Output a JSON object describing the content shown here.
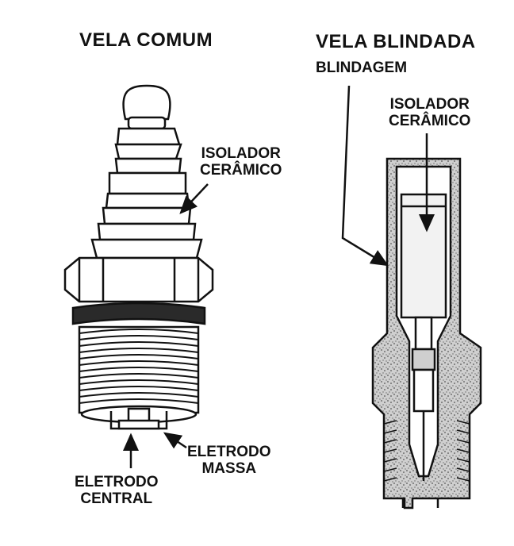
{
  "left": {
    "title": "VELA COMUM",
    "insulator_label": [
      "ISOLADOR",
      "CERÂMICO"
    ],
    "ground_label": [
      "ELETRODO",
      "MASSA"
    ],
    "central_label": [
      "ELETRODO",
      "CENTRAL"
    ]
  },
  "right": {
    "title": "VELA BLINDADA",
    "shield_label": "BLINDAGEM",
    "insulator_label": [
      "ISOLADOR",
      "CERÂMICO"
    ]
  }
}
